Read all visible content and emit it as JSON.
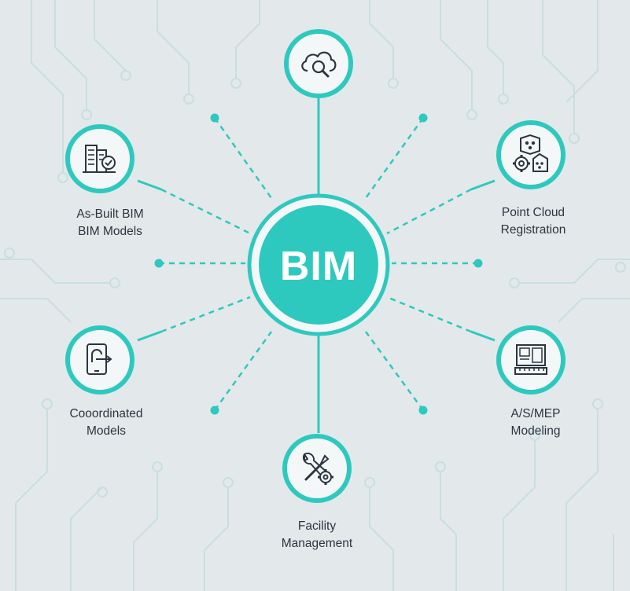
{
  "center": {
    "label": "BIM"
  },
  "nodes": [
    {
      "id": "cloud-search",
      "label_lines": [
        "",
        ""
      ],
      "icon": "cloud-search-icon"
    },
    {
      "id": "point-cloud",
      "label_lines": [
        "Point Cloud",
        "Registration"
      ],
      "icon": "point-cloud-registration-icon"
    },
    {
      "id": "mep",
      "label_lines": [
        "A/S/MEP",
        "Modeling"
      ],
      "icon": "floor-plan-icon"
    },
    {
      "id": "facility",
      "label_lines": [
        "Facility",
        "Management"
      ],
      "icon": "wrench-gear-icon"
    },
    {
      "id": "coordinated",
      "label_lines": [
        "Cooordinated",
        "Models"
      ],
      "icon": "tablet-arrow-icon"
    },
    {
      "id": "as-built",
      "label_lines": [
        "As-Built BIM",
        "BIM Models"
      ],
      "icon": "building-check-icon"
    }
  ],
  "colors": {
    "accent": "#2ec9be",
    "background": "#e3e8ea",
    "text": "#2c3540",
    "circuit": "#c6dedd"
  }
}
